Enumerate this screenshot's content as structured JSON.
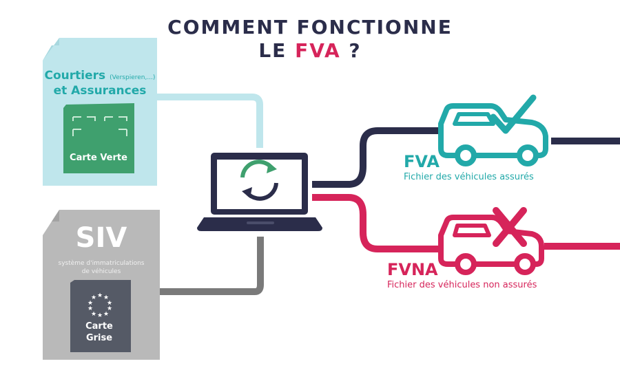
{
  "header": {
    "title_line1": "COMMENT FONCTIONNE",
    "title_line2_prefix": "LE",
    "title_line2_accent": "FVA",
    "title_line2_suffix": "?"
  },
  "courtiers": {
    "title": "Courtiers",
    "note": "(Verspieren,...)",
    "subtitle": "et Assurances",
    "card_label": "Carte Verte"
  },
  "siv": {
    "title": "SIV",
    "description_line1": "système d'immatriculations",
    "description_line2": "de véhicules",
    "card_label_line1": "Carte",
    "card_label_line2": "Grise"
  },
  "fva": {
    "abbr": "FVA",
    "description": "Fichier des véhicules assurés"
  },
  "fvna": {
    "abbr": "FVNA",
    "description": "Fichier des véhicules non assurés"
  },
  "icons": {
    "laptop": "laptop-icon",
    "sync": "sync-icon",
    "insured_car": "car-check-icon",
    "uninsured_car": "car-cross-icon",
    "eu_stars": "eu-stars-icon"
  },
  "colors": {
    "navy": "#2b2d4a",
    "teal": "#22a9a9",
    "light_teal": "#bfe6ec",
    "pink": "#d6245a",
    "grey": "#b9b9b9",
    "dark_grey": "#7a7a7a",
    "green": "#3fa06e"
  }
}
